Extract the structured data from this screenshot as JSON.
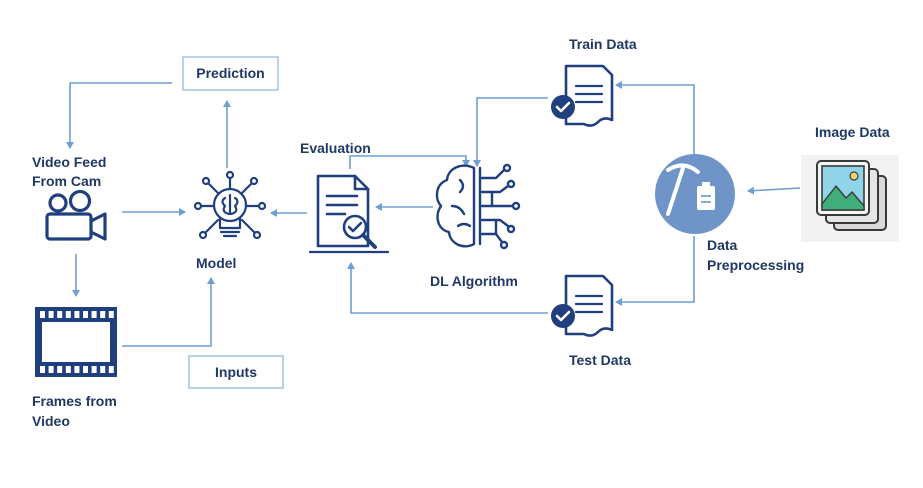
{
  "diagram": {
    "nodes": {
      "prediction": "Prediction",
      "video_feed_line1": "Video Feed",
      "video_feed_line2": "From Cam",
      "model": "Model",
      "evaluation": "Evaluation",
      "frames_line1": "Frames from",
      "frames_line2": "Video",
      "inputs": "Inputs",
      "dl_algorithm": "DL Algorithm",
      "train_data": "Train Data",
      "test_data": "Test Data",
      "data_preprocessing_line1": "Data",
      "data_preprocessing_line2": "Preprocessing",
      "image_data": "Image Data"
    }
  }
}
